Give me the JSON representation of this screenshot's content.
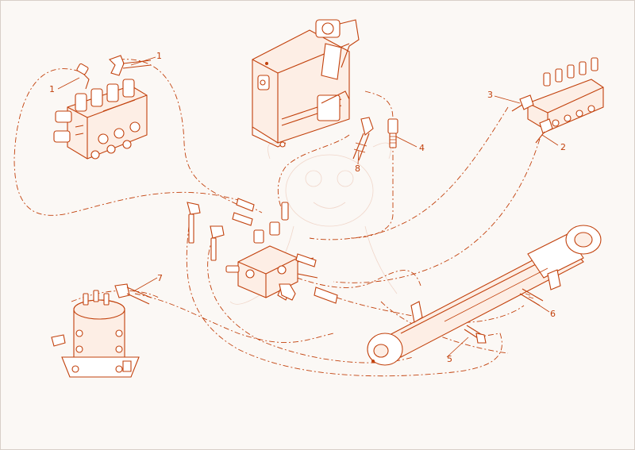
{
  "colors": {
    "line": "#c2410c",
    "background": "#fbf8f5",
    "border": "#d8cfc8"
  },
  "callouts": {
    "c1a": "1",
    "c1b": "1",
    "c2": "2",
    "c3": "3",
    "c4": "4",
    "c5": "5",
    "c6": "6",
    "c7": "7",
    "c8": "8"
  }
}
